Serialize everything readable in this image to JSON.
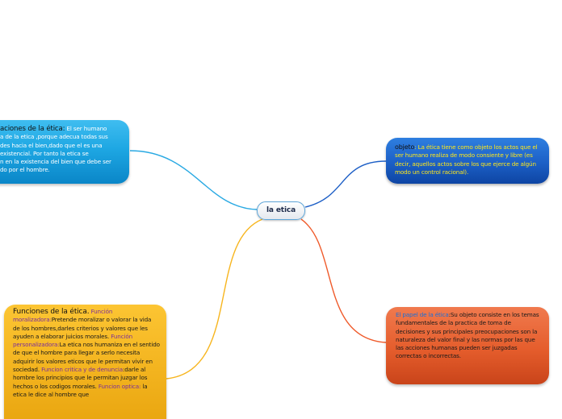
{
  "mindmap": {
    "center": {
      "label": "la etica",
      "border_color": "#5ea6d9"
    },
    "connectors": [
      {
        "to": "implicaciones",
        "color": "#29a9e3"
      },
      {
        "to": "objeto",
        "color": "#1d5fc6"
      },
      {
        "to": "papel",
        "color": "#ef5a2a"
      },
      {
        "to": "funciones",
        "color": "#f7b51e"
      }
    ],
    "nodes": {
      "implicaciones": {
        "color": "#1ea7e3",
        "title": "aciones de la ética:",
        "lines": [
          " El ser humano",
          "a de la etica ,porque adecua todas sus",
          "des hacia el bien,dado que el es una",
          "existencial. Por tanto la etica se",
          "n en la existencia del bien que debe ser",
          "do por el hombre."
        ]
      },
      "objeto": {
        "color": "#1c5fc6",
        "title": "objeto",
        "separator": ": ",
        "text": "La ética tiene como objeto los actos que el ser humano realiza de modo consiente y libre (es decir, aquellos actos sobre los que ejerce de algún modo un control racional)."
      },
      "papel": {
        "color": "#e55d2c",
        "title": "El papel de la ética",
        "text": ":Su objeto consiste en los temas fundamentales de la practica de toma de decisiones y sus principales preocupaciones son la naturaleza del valor final y las normas por las que las acciones humanas pueden ser juzgadas correctas o incorrectas."
      },
      "funciones": {
        "color": "#f3b41f",
        "title": "Funciones de la ética.",
        "items": [
          {
            "label": "Función moralizadora:",
            "text": "Pretende moralizar o valorar la vida de los hombres,darles criterios y valores que les ayuden a elaborar juicios morales."
          },
          {
            "label": "Función personalizadora:",
            "text": "La etica nos humaniza en el sentido de que el hombre para llegar a serlo necesita adquirir los valores eticos que le permitan vivir en sociedad."
          },
          {
            "label": "Funcion critica y de denuncia",
            "text": ":darle al hombre los principios que le permitan juzgar los hechos o los codigos morales."
          },
          {
            "label": "Funcion optica:",
            "text": "la etica le dice al hombre que"
          }
        ]
      }
    }
  }
}
